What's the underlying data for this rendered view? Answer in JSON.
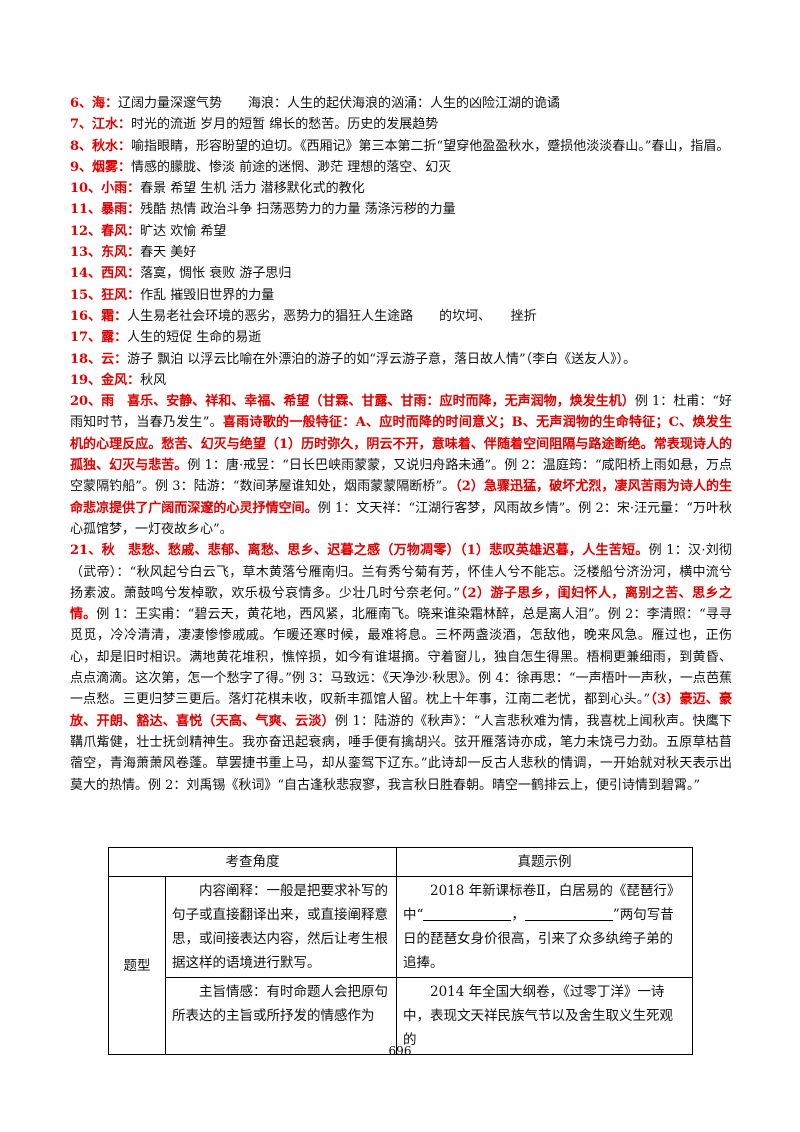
{
  "entries": [
    {
      "num": "6、海：",
      "text": "辽阔力量深邃气势　　海浪：人生的起伏海浪的汹涌：人生的凶险江湖的诡谲"
    },
    {
      "num": "7、江水：",
      "text": "时光的流逝 岁月的短暂 绵长的愁苦。历史的发展趋势"
    },
    {
      "num": "8、秋水：",
      "text": "喻指眼睛，形容盼望的迫切。《西厢记》第三本第二折“望穿他盈盈秋水，蹙损他淡淡春山。”春山，指眉。"
    },
    {
      "num": "9、烟雾：",
      "text": "情感的朦胧、惨淡 前途的迷惘、渺茫 理想的落空、幻灭"
    },
    {
      "num": "10、小雨：",
      "text": "春景 希望 生机 活力 潜移默化式的教化"
    },
    {
      "num": "11、暴雨：",
      "text": "残酷 热情 政治斗争 扫荡恶势力的力量 荡涤污秽的力量"
    },
    {
      "num": "12、春风：",
      "text": "旷达 欢愉 希望"
    },
    {
      "num": "13、东风：",
      "text": "春天 美好"
    },
    {
      "num": "14、西风：",
      "text": "落寞，惆怅 衰败 游子思归"
    },
    {
      "num": "15、狂风：",
      "text": "作乱 摧毁旧世界的力量"
    },
    {
      "num": "16、霜：",
      "text": "人生易老社会环境的恶劣，恶势力的猖狂人生途路　　的坎坷、　　挫折"
    },
    {
      "num": "17、露：",
      "text": "人生的短促 生命的易逝"
    },
    {
      "num": "18、云：",
      "text": "游子 飘泊 以浮云比喻在外漂泊的游子的如“浮云游子意，落日故人情”（李白《送友人》）。"
    },
    {
      "num": "19、金风：",
      "text": "秋风"
    }
  ],
  "para20": [
    {
      "t": "20、雨　喜乐、安静、祥和、幸福、希望（甘霖、甘露、甘雨：应时而降，无声润物，焕发生机）",
      "r": true
    },
    {
      "t": "例 1：杜甫：“好雨知时节，当春乃发生”。",
      "r": false
    },
    {
      "t": "喜雨诗歌的一般特征：A、应时而降的时间意义；B、无声润物的生命特征；C、焕发生机的心理反应。愁苦、幻灭与绝望（1）历时弥久，阴云不开，意味着、伴随着空间阻隔与路途断绝。常表现诗人的孤独、幻灭与悲苦。",
      "r": true
    },
    {
      "t": "例 1：唐·戒昱：“日长巴峡雨蒙蒙，又说归舟路未通”。例 2：温庭筠：“咸阳桥上雨如悬，万点空蒙隔钓船”。例 3：陆游：“数间茅屋谁知处，烟雨蒙蒙隔断桥”。",
      "r": false
    },
    {
      "t": "（2）急骤迅猛，破坏尤烈，凄风苦雨为诗人的生命悲凉提供了广阔而深邃的心灵抒情空间。",
      "r": true
    },
    {
      "t": "例 1：文天祥：“江湖行客梦，风雨故乡情”。例 2：宋·汪元量：“万叶秋心孤馆梦，一灯夜故乡心”。",
      "r": false
    }
  ],
  "para21": [
    {
      "t": "21、秋　悲愁、愁戚、悲郁、离愁、思乡、迟暮之感（万物凋零）（1）悲叹英雄迟暮，人生苦短。",
      "r": true
    },
    {
      "t": "例 1：汉·刘彻（武帝）：“秋风起兮白云飞，草木黄落兮雁南归。兰有秀兮菊有芳，怀佳人兮不能忘。泛楼船兮济汾河，横中流兮扬素波。萧鼓鸣兮发棹歌，欢乐极兮哀情多。少壮几时兮奈老何。”",
      "r": false
    },
    {
      "t": "（2）游子思乡，闺妇怀人，离别之苦、思乡之情。",
      "r": true
    },
    {
      "t": "例 1：王实甫：“碧云天，黄花地，西风紧，北雁南飞。晓来谁染霜林醉，总是离人泪”。例 2：李清照：“寻寻觅觅，冷冷清清，凄凄惨惨戚戚。乍暖还寒时候，最难将息。三杯两盏淡酒，怎敌他，晚来风急。雁过也，正伤心，却是旧时相识。满地黄花堆积，憔悴损，如今有谁堪摘。守着窗儿，独自怎生得黑。梧桐更兼细雨，到黄昏、点点滴滴。这次第，怎一个愁字了得。”例 3：马致远：《天净沙·秋思》。例 4：徐再思：“一声梧叶一声秋，一点芭蕉一点愁。三更归梦三更后。落灯花棋未收，叹新丰孤馆人留。枕上十年事，江南二老忧，都到心头。”",
      "r": false
    },
    {
      "t": "（3）豪迈、豪放、开朗、豁达、喜悦（天高、气爽、云淡）",
      "r": true
    },
    {
      "t": "例 1：陆游的《秋声》：“人言悲秋难为情，我喜枕上闻秋声。快鹰下鞲爪觜健，壮士抚剑精神生。我亦奋迅起衰病，唾手便有擒胡兴。弦开雁落诗亦成，笔力未饶弓力劲。五原草枯苜蓿空，青海萧萧风卷蓬。草罢捷书重上马，却从銮驾下辽东。”此诗却一反古人悲秋的情调，一开始就对秋天表示出莫大的热情。例 2：刘禹锡《秋词》“自古逢秋悲寂寥，我言秋日胜春朝。晴空一鹤排云上，便引诗情到碧霄。”",
      "r": false
    }
  ],
  "table": {
    "header_angle": "考查角度",
    "header_example": "真题示例",
    "category": "题型",
    "rows": [
      {
        "angle": "内容阐释：一般是把要求补写的句子或直接翻译出来，或直接阐释意思，或间接表达内容，然后让考生根据这样的语境进行默写。",
        "example_before": "2018 年新课标卷Ⅱ，白居易的《琵琶行》中“",
        "example_mid": "，",
        "example_after": "”两句写昔日的琵琶女身价很高，引来了众多纨绔子弟的追捧。"
      },
      {
        "angle": "主旨情感：有时命题人会把原句所表达的主旨或所抒发的情感作为",
        "example": "2014 年全国大纲卷，《过零丁洋》一诗中，表现文天祥民族气节以及舍生取义生死观的"
      }
    ]
  },
  "page_number": "696",
  "colors": {
    "emphasis": "#e00000",
    "text": "#111111"
  }
}
